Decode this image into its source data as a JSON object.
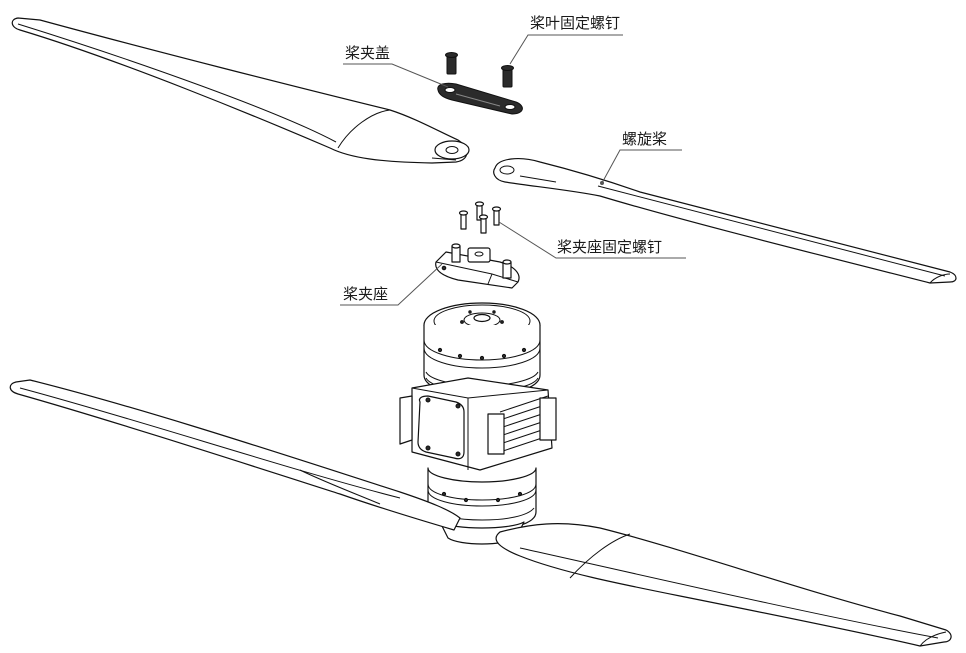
{
  "labels": {
    "blade_clamp_cover": "桨夹盖",
    "blade_fixing_screw": "桨叶固定螺钉",
    "propeller": "螺旋桨",
    "clamp_seat_fixing_screw": "桨夹座固定螺钉",
    "blade_clamp_seat": "桨夹座"
  }
}
